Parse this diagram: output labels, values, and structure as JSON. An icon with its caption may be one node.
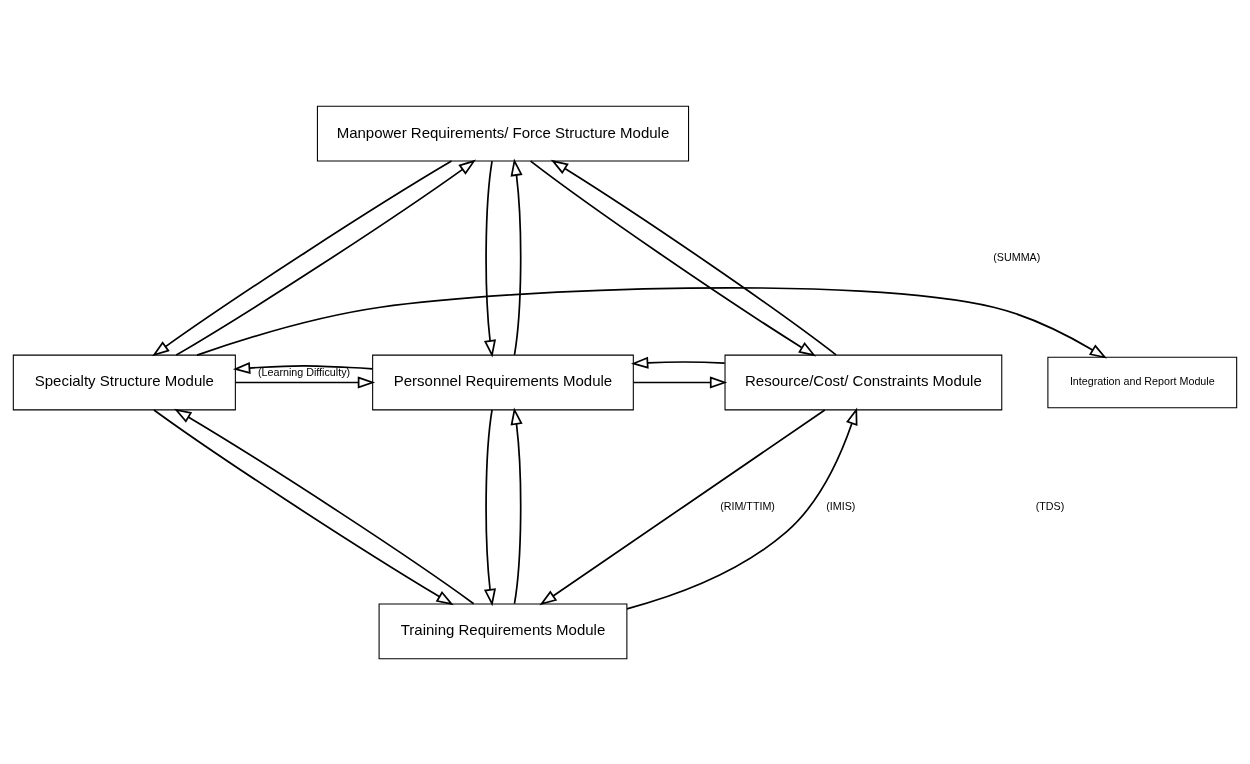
{
  "diagram": {
    "nodes": [
      {
        "text": [
          "Integration and Report Module"
        ]
      },
      {
        "text": [
          "Manpower Requirements/ Force Structure Module"
        ]
      },
      {
        "text": [
          "Specialty Structure Module"
        ]
      },
      {
        "text": [
          "Personnel Requirements Module"
        ]
      },
      {
        "text": [
          "Resource/Cost/ Constraints Module"
        ]
      },
      {
        "text": [
          "Training Requirements Module"
        ]
      }
    ],
    "edges": [
      {
        "from": 2,
        "to": 0,
        "arrow": "to"
      },
      {
        "from": 2,
        "to": 1,
        "arrow": "to"
      },
      {
        "from": 1,
        "to": 2,
        "arrow": "to"
      },
      {
        "from": 3,
        "to": 1,
        "arrow": "to"
      },
      {
        "from": 1,
        "to": 3,
        "arrow": "to"
      },
      {
        "from": 1,
        "to": 4,
        "arrow": "to"
      },
      {
        "from": 4,
        "to": 1,
        "arrow": "to"
      },
      {
        "from": 2,
        "to": 3,
        "arrow": "to",
        "label": "(Learning Difficulty)"
      },
      {
        "from": 3,
        "to": 2,
        "arrow": "to"
      },
      {
        "from": 3,
        "to": 4,
        "arrow": "to"
      },
      {
        "from": 4,
        "to": 3,
        "arrow": "to"
      },
      {
        "from": 2,
        "to": 5,
        "arrow": "to"
      },
      {
        "from": 5,
        "to": 2,
        "arrow": "to"
      },
      {
        "from": 3,
        "to": 5,
        "arrow": "to"
      },
      {
        "from": 5,
        "to": 3,
        "arrow": "to"
      },
      {
        "from": 4,
        "to": 5,
        "arrow": "to",
        "label": "(RIM/TTIM)"
      },
      {
        "from": 5,
        "to": 4,
        "arrow": "to",
        "label": "(IMIS)"
      }
    ],
    "labels": [
      "(SUMMA)",
      "(TDS)"
    ]
  }
}
